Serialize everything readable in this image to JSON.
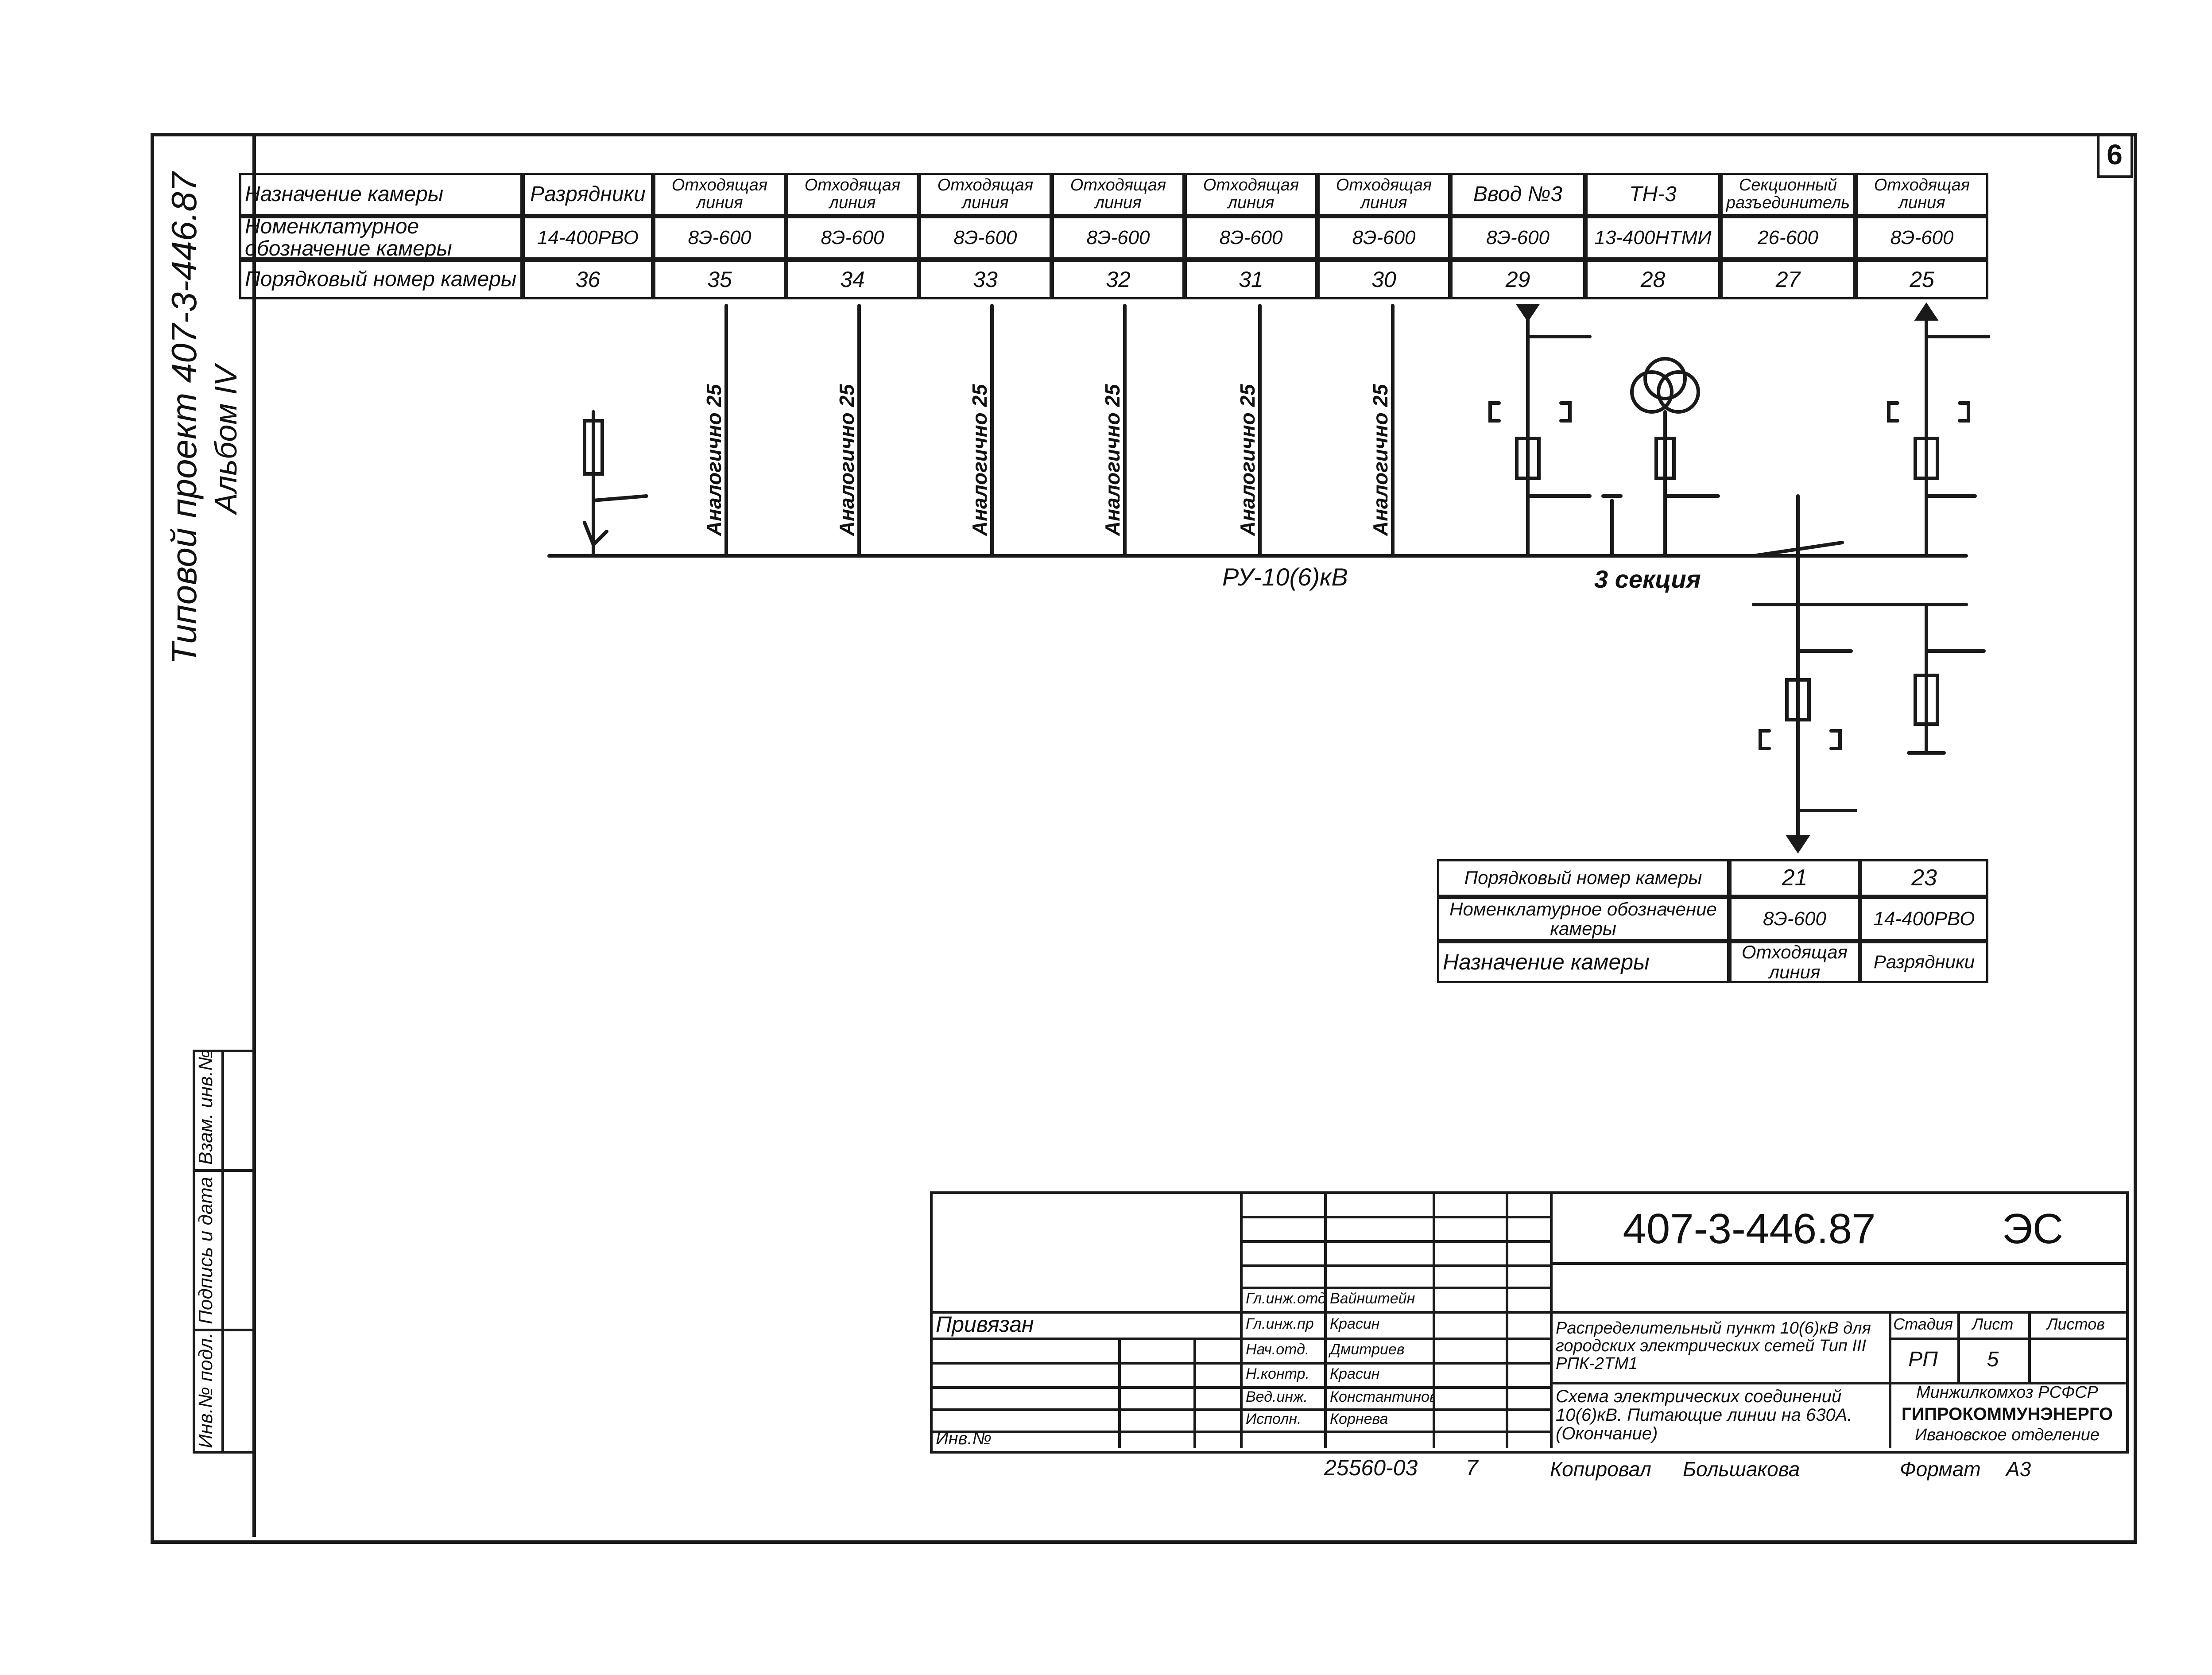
{
  "sheet_number": "6",
  "side_stamp": {
    "line1": "Типовой проект 407-3-446.87",
    "line2": "Альбом IV"
  },
  "left_margin_table": {
    "cells": [
      "Инв.№ подл.",
      "Подпись и дата",
      "Взам. инв.№"
    ]
  },
  "top_table": {
    "row_headers": [
      "Назначение камеры",
      "Номенклатурное обозначение камеры",
      "Порядковый номер камеры"
    ],
    "columns": [
      {
        "purpose": "Разрядники",
        "code": "14-400РВО",
        "number": "36"
      },
      {
        "purpose": "Отходящая линия",
        "code": "8Э-600",
        "number": "35"
      },
      {
        "purpose": "Отходящая линия",
        "code": "8Э-600",
        "number": "34"
      },
      {
        "purpose": "Отходящая линия",
        "code": "8Э-600",
        "number": "33"
      },
      {
        "purpose": "Отходящая линия",
        "code": "8Э-600",
        "number": "32"
      },
      {
        "purpose": "Отходящая линия",
        "code": "8Э-600",
        "number": "31"
      },
      {
        "purpose": "Отходящая линия",
        "code": "8Э-600",
        "number": "30"
      },
      {
        "purpose": "Ввод №3",
        "code": "8Э-600",
        "number": "29"
      },
      {
        "purpose": "ТН-3",
        "code": "13-400НТМИ",
        "number": "28"
      },
      {
        "purpose": "Секционный разъединитель",
        "code": "26-600",
        "number": "27"
      },
      {
        "purpose": "Отходящая линия",
        "code": "8Э-600",
        "number": "25"
      }
    ]
  },
  "diagram": {
    "feeder_labels": [
      "Аналогично 25",
      "Аналогично 25",
      "Аналогично 25",
      "Аналогично 25",
      "Аналогично 25",
      "Аналогично 25"
    ],
    "bus_label": "РУ-10(6)кВ",
    "section_label": "3 секция"
  },
  "bottom_table": {
    "row_headers": [
      "Порядковый номер камеры",
      "Номенклатурное обозначение камеры",
      "Назначение камеры"
    ],
    "columns": [
      {
        "number": "21",
        "code": "8Э-600",
        "purpose": "Отходящая линия"
      },
      {
        "number": "23",
        "code": "14-400РВО",
        "purpose": "Разрядники"
      }
    ]
  },
  "title_block": {
    "doc_code": "407-3-446.87",
    "doc_mark": "ЭС",
    "privyazan": "Привязан",
    "inv_no": "Инв.№",
    "signers": [
      {
        "role": "Гл.инж.отд",
        "name": "Вайнштейн"
      },
      {
        "role": "Гл.инж.пр",
        "name": "Красин"
      },
      {
        "role": "Нач.отд.",
        "name": "Дмитриев"
      },
      {
        "role": "Н.контр.",
        "name": "Красин"
      },
      {
        "role": "Вед.инж.",
        "name": "Константинов"
      },
      {
        "role": "Исполн.",
        "name": "Корнева"
      }
    ],
    "project_title": "Распределительный пункт 10(6)кВ для городских электрических сетей Тип III РПК-2ТМ1",
    "sheet_title": "Схема электрических соединений 10(6)кВ. Питающие линии на 630А.(Окончание)",
    "stage_label": "Стадия",
    "sheet_label": "Лист",
    "sheets_label": "Листов",
    "stage": "РП",
    "sheet": "5",
    "org_line1": "Минжилкомхоз РСФСР",
    "org_line2": "ГИПРОКОММУНЭНЕРГО",
    "org_line3": "Ивановское отделение"
  },
  "footer": {
    "archive_no": "25560-03",
    "archive_no_suffix": "7",
    "copied": "Копировал",
    "copier": "Большакова",
    "format_label": "Формат",
    "format": "А3"
  }
}
